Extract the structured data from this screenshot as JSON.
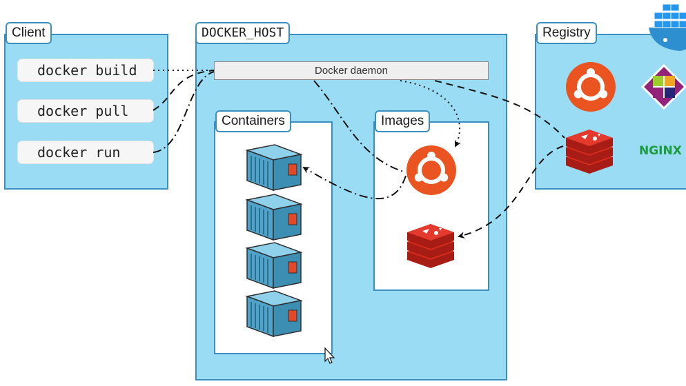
{
  "client": {
    "title": "Client",
    "commands": [
      "docker build",
      "docker pull",
      "docker run"
    ]
  },
  "host": {
    "title": "DOCKER_HOST",
    "daemon": "Docker daemon",
    "containers_title": "Containers",
    "images_title": "Images"
  },
  "registry": {
    "title": "Registry",
    "nginx_label": "NGINX"
  },
  "colors": {
    "panel": "#9bdcf5",
    "border": "#3a8fc0",
    "ubuntu": "#e95420",
    "redis": "#d82c20",
    "container": "#4fa3c8",
    "nginx": "#1a9b3c"
  },
  "icons": [
    "ubuntu-icon",
    "redis-icon",
    "centos-icon",
    "nginx-icon",
    "docker-whale-icon",
    "container-icon",
    "cursor-icon"
  ]
}
